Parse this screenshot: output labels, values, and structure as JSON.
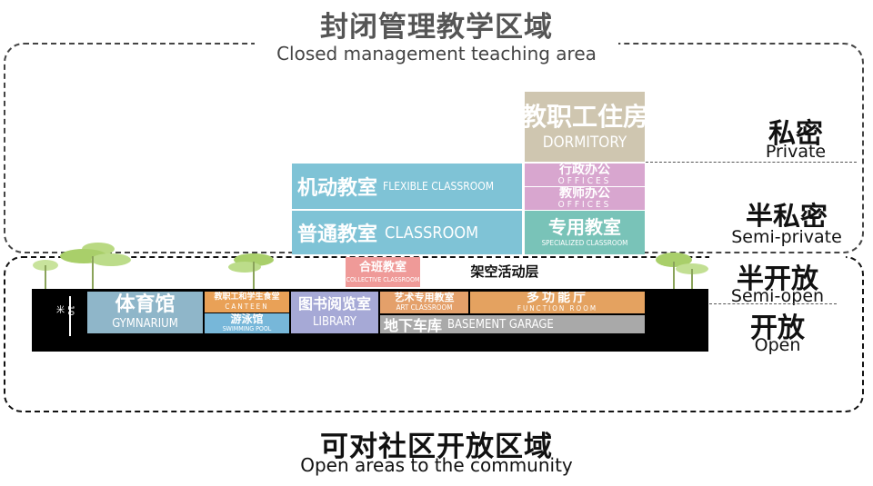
{
  "header": {
    "title_cn": "封闭管理教学区域",
    "title_en": "Closed management teaching area"
  },
  "footer": {
    "title_cn": "可对社区开放区域",
    "title_en": "Open areas to the community"
  },
  "levels": [
    {
      "cn": "私密",
      "en": "Private"
    },
    {
      "cn": "半私密",
      "en": "Semi-private"
    },
    {
      "cn": "半开放",
      "en": "Semi-open"
    },
    {
      "cn": "开放",
      "en": "Open"
    }
  ],
  "blocks": {
    "dormitory": {
      "cn": "教职工住房",
      "en": "DORMITORY",
      "color": "#cfc6b0"
    },
    "offices1": {
      "cn": "行政办公",
      "en": "OFFICES",
      "color": "#d8a6cf"
    },
    "offices2": {
      "cn": "教师办公",
      "en": "OFFICES",
      "color": "#d8a6cf"
    },
    "flexible": {
      "cn": "机动教室",
      "en": "FLEXIBLE CLASSROOM",
      "color": "#7fc3d6"
    },
    "classroom": {
      "cn": "普通教室",
      "en": "CLASSROOM",
      "color": "#7fc3d6"
    },
    "specialized": {
      "cn": "专用教室",
      "en": "SPECIALIZED CLASSROOM",
      "color": "#79c3b8"
    },
    "collective": {
      "cn": "合班教室",
      "en": "COLLECTIVE CLASSROOM",
      "color": "#ef9a98"
    },
    "stilts": {
      "cn": "架空活动层"
    },
    "gymnasium": {
      "cn": "体育馆",
      "en": "GYMNARIUM",
      "color": "#8fb6c9"
    },
    "canteen": {
      "cn": "教职工和学生食堂",
      "en": "CANTEEN",
      "color": "#e9a157"
    },
    "pool": {
      "cn": "游泳馆",
      "en": "SWIMMING POOL",
      "color": "#77b7d9"
    },
    "library": {
      "cn": "图书阅览室",
      "en": "LIBRARY",
      "color": "#a6a9d6"
    },
    "art": {
      "cn": "艺术专用教室",
      "en": "ART CLASSROOM",
      "color": "#e4a06a"
    },
    "function": {
      "cn": "多功能厅",
      "en": "FUNCTION ROOM",
      "color": "#e4a260"
    },
    "garage": {
      "cn": "地下车库",
      "en": "BASEMENT GARAGE",
      "color": "#a9a9a9"
    }
  },
  "dimension": "10米"
}
